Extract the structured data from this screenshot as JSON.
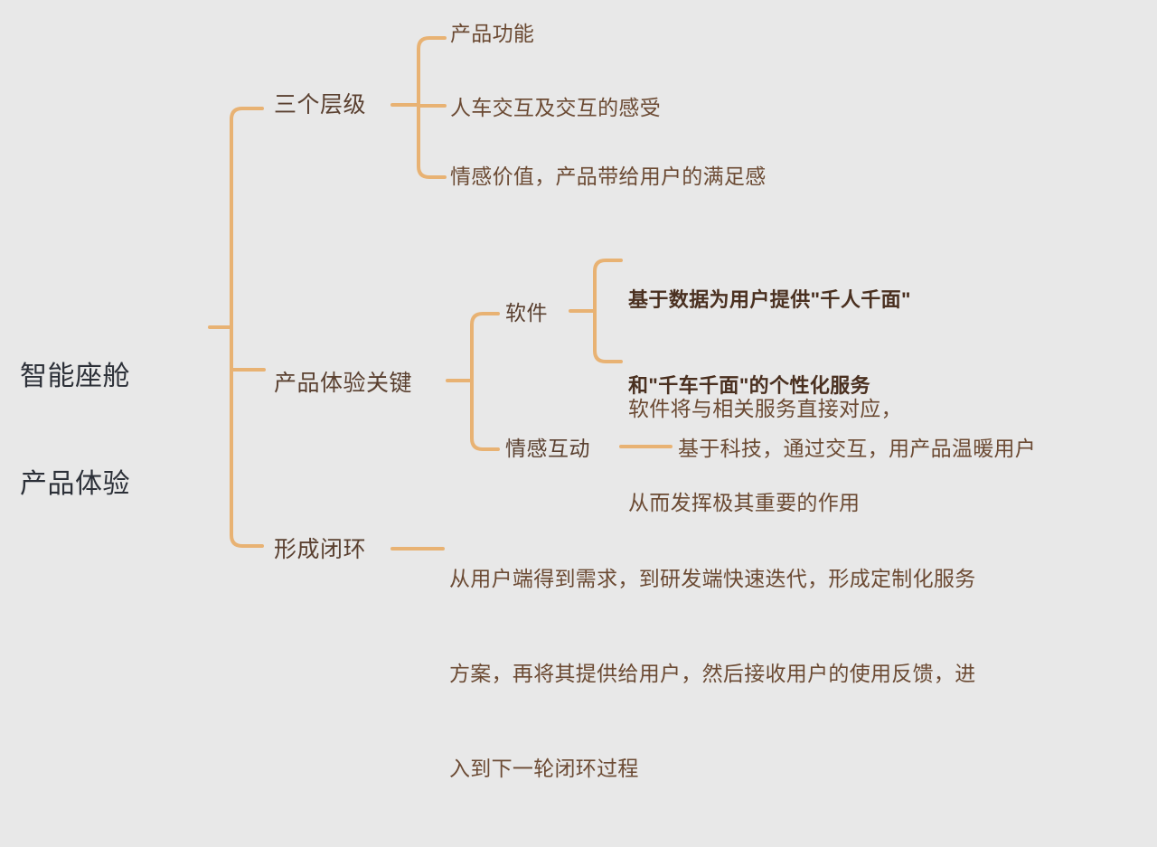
{
  "canvas": {
    "background_color": "#e8e8e8",
    "connector_color": "#e8b273",
    "root_text_color": "#2c3038",
    "branch_text_color": "#5a4030",
    "leaf_text_color": "#6b4a33",
    "emphasis_text_color": "#4a3020"
  },
  "root": {
    "label_line1": "智能座舱",
    "label_line2": "产品体验"
  },
  "branches": [
    {
      "id": "three-levels",
      "label": "三个层级",
      "children": [
        {
          "id": "product-function",
          "text": "产品功能"
        },
        {
          "id": "human-vehicle-interaction",
          "text": "人车交互及交互的感受"
        },
        {
          "id": "emotional-value",
          "text": "情感价值，产品带给用户的满足感"
        }
      ]
    },
    {
      "id": "experience-key",
      "label": "产品体验关键",
      "children": [
        {
          "id": "software",
          "label": "软件",
          "children": [
            {
              "id": "personalized-service",
              "emphasis": true,
              "line1": "基于数据为用户提供\"千人千面\"",
              "line2": "和\"千车千面\"的个性化服务"
            },
            {
              "id": "software-service-mapping",
              "emphasis": false,
              "line1": "软件将与相关服务直接对应，",
              "line2": "从而发挥极其重要的作用"
            }
          ]
        },
        {
          "id": "emotional-interaction",
          "label": "情感互动",
          "children": [
            {
              "id": "warm-users",
              "text": "基于科技，通过交互，用产品温暖用户"
            }
          ]
        }
      ]
    },
    {
      "id": "closed-loop",
      "label": "形成闭环",
      "children": [
        {
          "id": "closed-loop-detail",
          "line1": "从用户端得到需求，到研发端快速迭代，形成定制化服务",
          "line2": "方案，再将其提供给用户，然后接收用户的使用反馈，进",
          "line3": "入到下一轮闭环过程"
        }
      ]
    }
  ]
}
